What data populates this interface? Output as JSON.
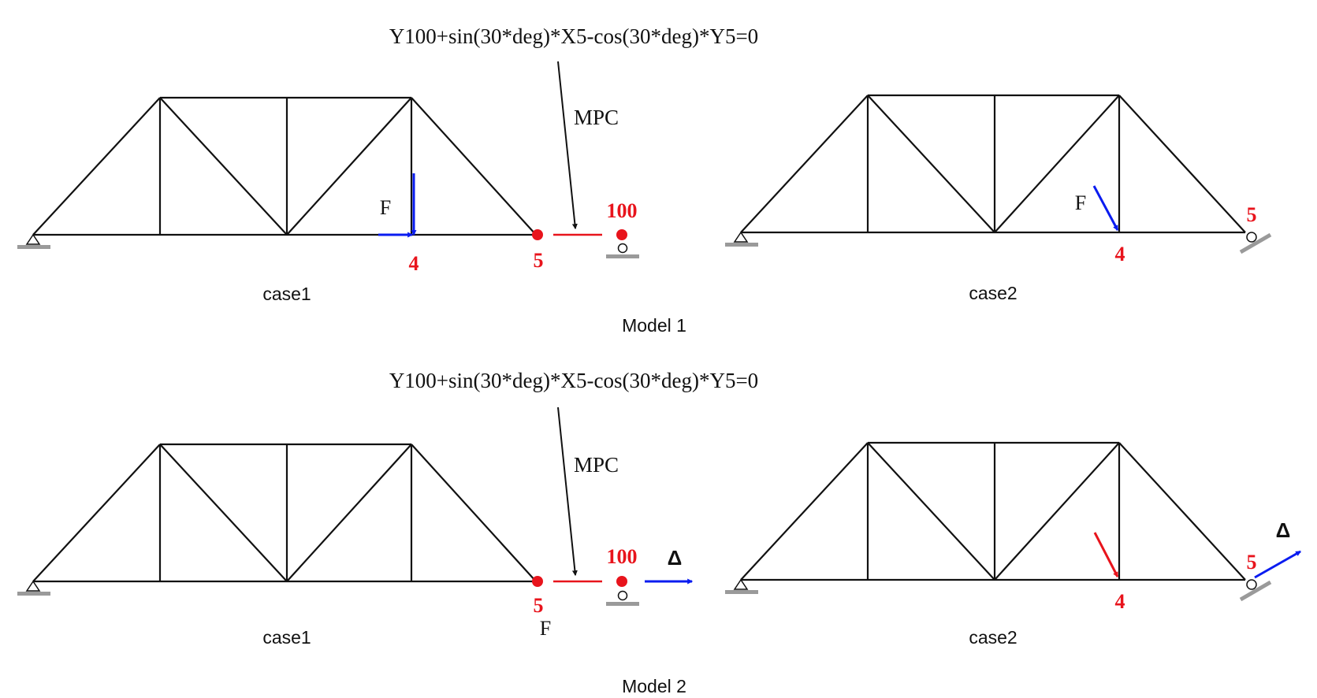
{
  "equation_label_top": "Y100+sin(30*deg)*X5-cos(30*deg)*Y5=0",
  "equation_label_bottom": "Y100+sin(30*deg)*X5-cos(30*deg)*Y5=0",
  "mpc_label": "MPC",
  "force_label": "F",
  "delta_label": "Δ",
  "node_4_label": "4",
  "node_5_label": "5",
  "node_100_label": "100",
  "case1_caption": "case1",
  "case2_caption": "case2",
  "model1_caption": "Model 1",
  "model2_caption": "Model 2",
  "colors": {
    "member": "#111111",
    "node_highlight": "#e8141c",
    "load": "#0a1cf0",
    "support_base": "#9a9a9a"
  }
}
